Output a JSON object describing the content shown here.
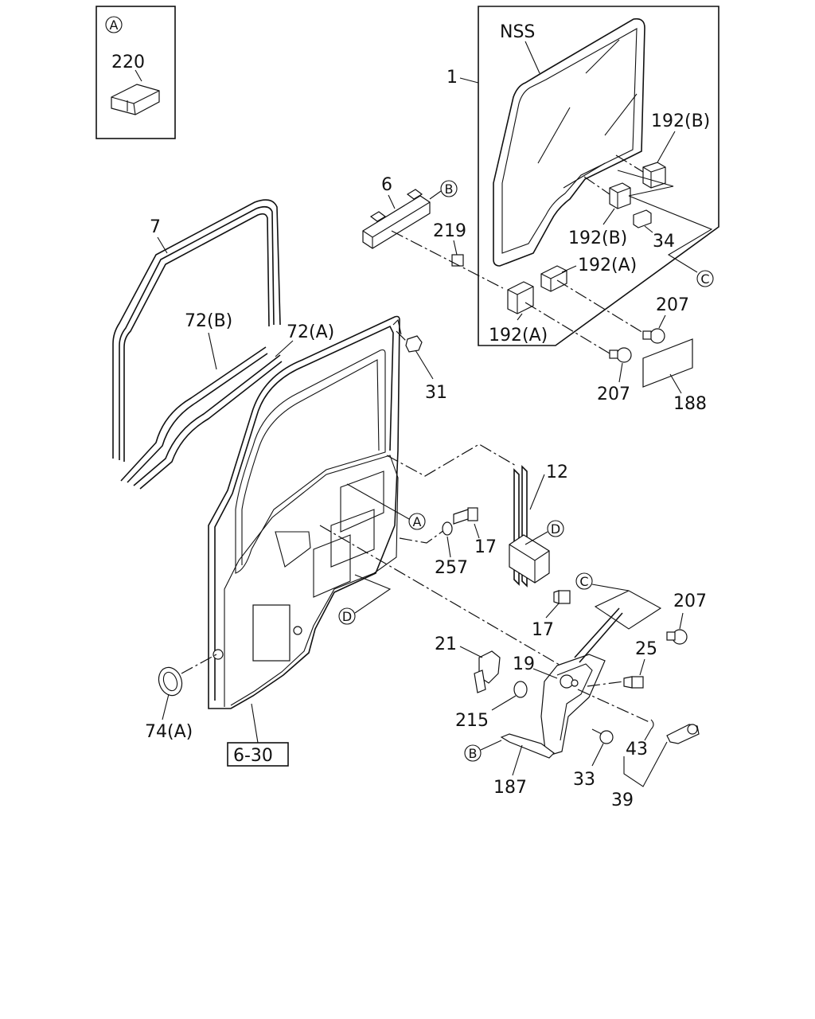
{
  "parts": {
    "p1": "1",
    "nss": "NSS",
    "p192b_a": "192(B)",
    "p192b_b": "192(B)",
    "p192a_a": "192(A)",
    "p192a_b": "192(A)",
    "p6": "6",
    "p7": "7",
    "p219": "219",
    "p34": "34",
    "p207_a": "207",
    "p207_b": "207",
    "p207_c": "207",
    "p188": "188",
    "p72b": "72(B)",
    "p72a": "72(A)",
    "p31": "31",
    "p12": "12",
    "p17_a": "17",
    "p17_b": "17",
    "p257": "257",
    "p21": "21",
    "p19": "19",
    "p25": "25",
    "p215": "215",
    "p74a": "74(A)",
    "p630": "6-30",
    "p43": "43",
    "p33": "33",
    "p187": "187",
    "p39": "39",
    "p220": "220"
  },
  "callouts": {
    "a_inset": "A",
    "a_door": "A",
    "b_top": "B",
    "b_bottom": "B",
    "c_top": "C",
    "c_mid": "C",
    "d_right": "D",
    "d_left": "D"
  },
  "icons": [
    "window-glass",
    "glass-run-channel",
    "window-regulator",
    "door-panel",
    "handle",
    "clip",
    "bolt"
  ]
}
